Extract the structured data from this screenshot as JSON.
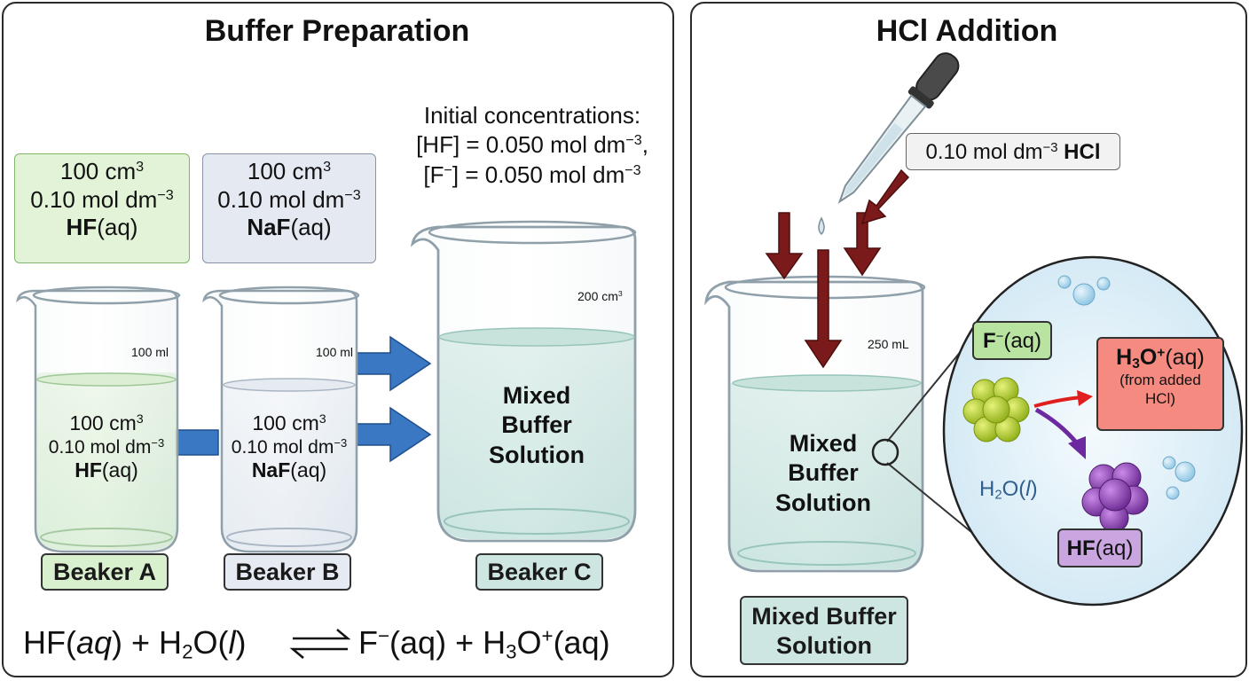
{
  "left_panel": {
    "title": "Buffer Preparation",
    "box_a": {
      "volume": "100 cm",
      "conc": "0.10 mol dm",
      "species": "HF",
      "state": "(aq)"
    },
    "box_b": {
      "volume": "100 cm",
      "conc": "0.10 mol dm",
      "species": "NaF",
      "state": "(aq)"
    },
    "initial": {
      "heading": "Initial concentrations:",
      "hf_line": "[HF] = 0.050 mol dm",
      "f_line_pre": "[F",
      "f_line_post": "] = 0.050 mol dm",
      "f_line_end": ","
    },
    "beaker_a": {
      "mark": "100 ml",
      "volume": "100 cm",
      "conc": "0.10 mol dm",
      "species": "HF",
      "state": "(aq)",
      "label": "Beaker A"
    },
    "beaker_b": {
      "mark": "100 ml",
      "volume": "100 cm",
      "conc": "0.10 mol dm",
      "species": "NaF",
      "state": "(aq)",
      "label": "Beaker B"
    },
    "beaker_c": {
      "mark": "200 cm",
      "content_line1": "Mixed",
      "content_line2": "Buffer",
      "content_line3": "Solution",
      "label": "Beaker C"
    },
    "equation": {
      "hf": "HF(",
      "aq": "aq",
      "close": ")",
      "plus1": " + H",
      "two": "2",
      "water": "O(",
      "l": "l",
      "close2": ")",
      "f": "F",
      "f_state": "(aq)",
      "plus2": " + H",
      "three": "3",
      "o": "O",
      "h3o_state": "(aq)"
    }
  },
  "right_panel": {
    "title": "HCl Addition",
    "hcl_box": {
      "conc": "0.10 mol dm",
      "species": "HCl"
    },
    "beaker": {
      "mark": "250 mL",
      "content_line1": "Mixed",
      "content_line2": "Buffer",
      "content_line3": "Solution"
    },
    "bottom_label_line1": "Mixed Buffer",
    "bottom_label_line2": "Solution",
    "zoom": {
      "f_label": "F",
      "f_state": "(aq)",
      "h3o_line1_pre": "H",
      "h3o_line1_post": "O",
      "h3o_state": "(aq)",
      "h3o_line2": "(from added",
      "h3o_line3": "HCl)",
      "water_pre": "H",
      "water_mid": "O(",
      "water_l": "l",
      "water_post": ")",
      "hf_label": "HF",
      "hf_state": "(aq)"
    }
  },
  "common": {
    "sup_3": "3",
    "sup_minus3": "−3",
    "sup_minus": "−",
    "sup_plus": "+",
    "sub_2": "2",
    "sub_3": "3"
  },
  "colors": {
    "box_a_fill": "#e2f3d8",
    "box_a_border": "#7fb86a",
    "box_b_fill": "#e4e9f2",
    "box_b_border": "#8792a6",
    "beaker_c_label_fill": "#cde6e2",
    "liquid": "#cfe6e2",
    "arrow_blue": "#3b78c3",
    "arrow_red": "#7a1a1a",
    "f_box_fill": "#b9e3a1",
    "h3o_box_fill": "#f58a80",
    "hf_box_fill": "#c9a6e0",
    "zoom_fill": "#dceef8",
    "f_ion": "#a9cc2a",
    "hf_molecule": "#8a3fb4"
  }
}
